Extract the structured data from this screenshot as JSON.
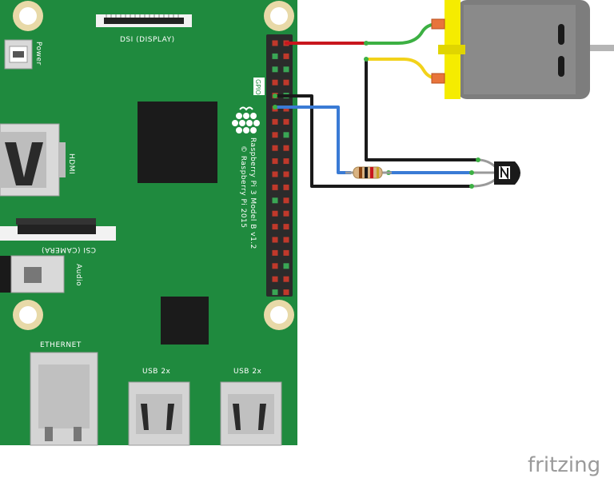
{
  "board": {
    "label_dsi": "DSI (DISPLAY)",
    "label_power": "Power",
    "label_hdmi": "HDMI",
    "label_csi": "CSI (CAMERA)",
    "label_audio": "Audio",
    "label_ethernet": "ETHERNET",
    "label_usb1": "USB 2x",
    "label_usb2": "USB 2x",
    "label_gpio": "GPIO",
    "model": "Raspberry Pi 3 Model B v1.2",
    "copyright": "© Raspberry Pi 2015"
  },
  "colors": {
    "board": "#1f8a3e",
    "wire_red": "#c8161d",
    "wire_black": "#1a1a1a",
    "wire_blue": "#3a7bd5",
    "wire_green": "#3cb043",
    "wire_yellow": "#f2d21a",
    "motor_body": "#7d7d7d",
    "motor_cap": "#f5ec00"
  },
  "components": {
    "motor": "dc-motor",
    "transistor": "npn-transistor",
    "resistor": "resistor"
  },
  "watermark": "fritzing"
}
